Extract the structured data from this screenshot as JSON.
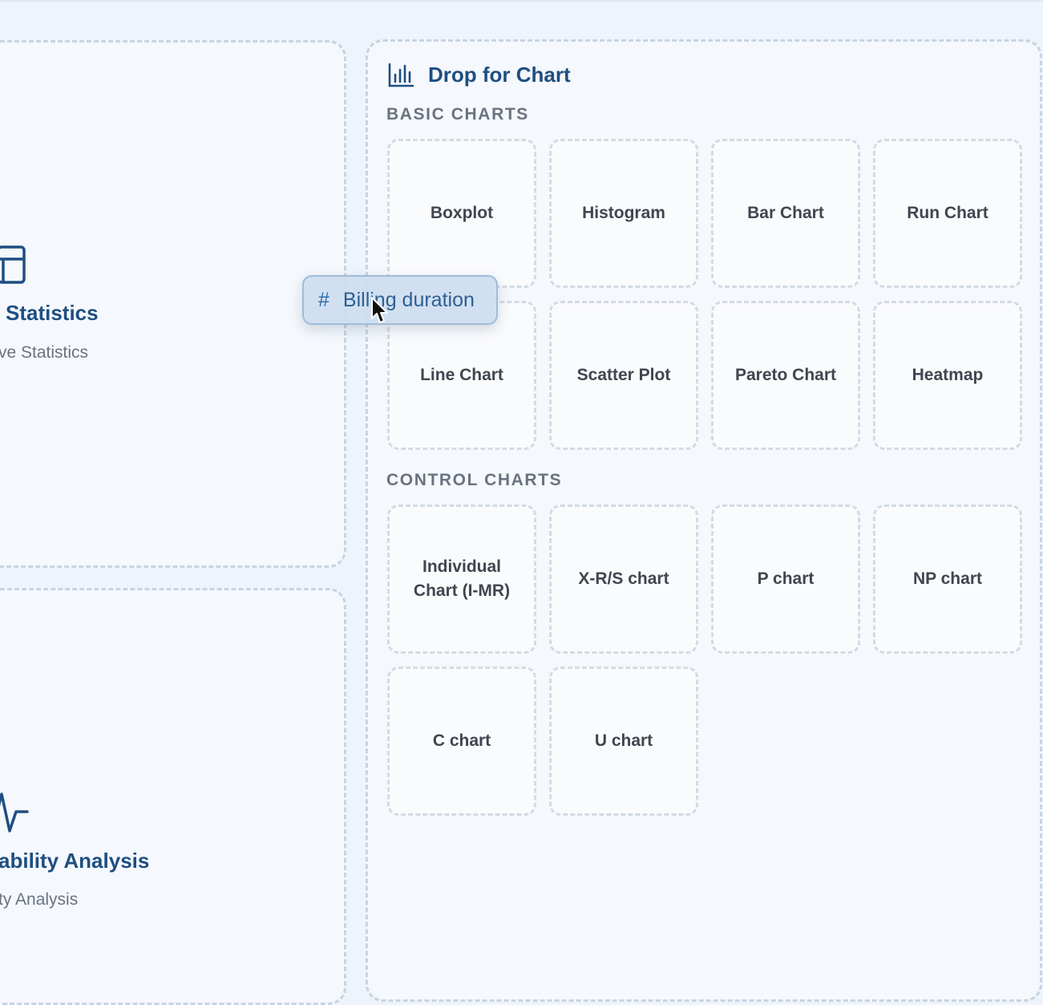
{
  "stats_panel": {
    "title": "Statistics",
    "subtitle": "ve Statistics",
    "icon": "table-icon"
  },
  "capability_panel": {
    "title": "ability Analysis",
    "subtitle": "ty Analysis",
    "icon": "pulse-icon"
  },
  "chart_panel": {
    "title": "Drop for Chart",
    "icon": "bar-chart-icon",
    "basic_label": "BASIC CHARTS",
    "control_label": "CONTROL CHARTS",
    "basic": [
      "Boxplot",
      "Histogram",
      "Bar Chart",
      "Run Chart",
      "Line Chart",
      "Scatter Plot",
      "Pareto Chart",
      "Heatmap"
    ],
    "control": [
      "Individual Chart (I-MR)",
      "X-R/S chart",
      "P chart",
      "NP chart",
      "C chart",
      "U chart"
    ]
  },
  "drag_chip": {
    "icon": "#",
    "label": "Billing duration"
  },
  "colors": {
    "accent": "#1e4e82",
    "border": "#c7d4e2",
    "background": "#eef4fb"
  }
}
